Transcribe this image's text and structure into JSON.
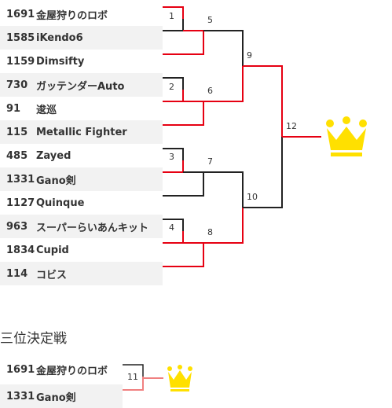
{
  "players": [
    {
      "seed": "1691",
      "name": "金屋狩りのロボ"
    },
    {
      "seed": "1585",
      "name": "iKendo6"
    },
    {
      "seed": "1159",
      "name": "Dimsifty"
    },
    {
      "seed": "730",
      "name": "ガッテンダーAuto"
    },
    {
      "seed": "91",
      "name": "逡巡"
    },
    {
      "seed": "115",
      "name": "Metallic Fighter"
    },
    {
      "seed": "485",
      "name": "Zayed"
    },
    {
      "seed": "1331",
      "name": "Gano剣"
    },
    {
      "seed": "1127",
      "name": "Quinque"
    },
    {
      "seed": "963",
      "name": "スーパーらいあんキット"
    },
    {
      "seed": "1834",
      "name": "Cupid"
    },
    {
      "seed": "114",
      "name": "コビス"
    }
  ],
  "matches": [
    "1",
    "2",
    "3",
    "4",
    "5",
    "6",
    "7",
    "8",
    "9",
    "10",
    "11",
    "12"
  ],
  "third_place": {
    "title": "三位決定戦",
    "players": [
      {
        "seed": "1691",
        "name": "金屋狩りのロボ"
      },
      {
        "seed": "1331",
        "name": "Gano剣"
      }
    ]
  },
  "colors": {
    "winner_line": "#e60012",
    "loser_line": "#222222",
    "crown": "#ffe000",
    "third_line": "#f08080"
  }
}
